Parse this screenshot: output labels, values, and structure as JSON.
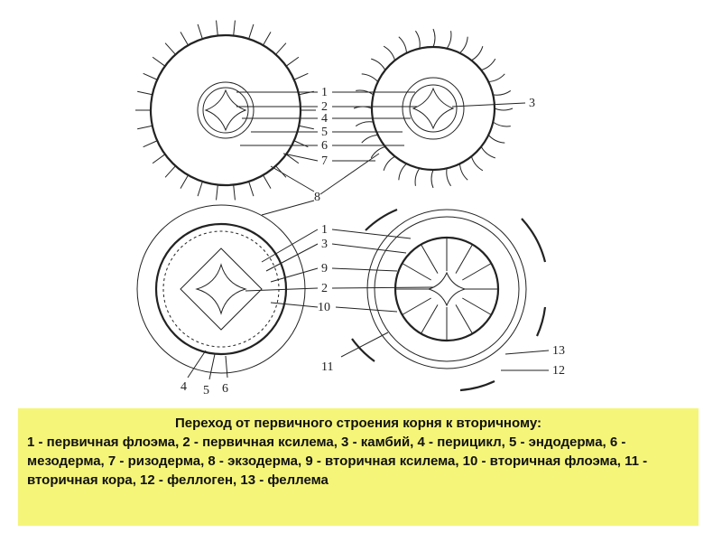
{
  "labels": {
    "l1": "1",
    "l2": "2",
    "l3": "3",
    "l4": "4",
    "l5": "5",
    "l6": "6",
    "l7": "7",
    "l8": "8",
    "l9": "9",
    "l10": "10",
    "l11": "11",
    "l12": "12",
    "l13": "13"
  },
  "caption": {
    "title": "Переход от первичного строения корня к вторичному:",
    "body": "1 - первичная флоэма, 2 - первичная ксилема, 3 - камбий, 4 - перицикл, 5 - эндодерма, 6 - мезодерма, 7 - ризодерма, 8 - экзодерма, 9 - вторичная ксилема, 10 - вторичная флоэма, 11 - вторичная кора, 12 - феллоген, 13 - феллема"
  },
  "colors": {
    "caption_bg": "#f5f57a",
    "stroke": "#222222"
  }
}
